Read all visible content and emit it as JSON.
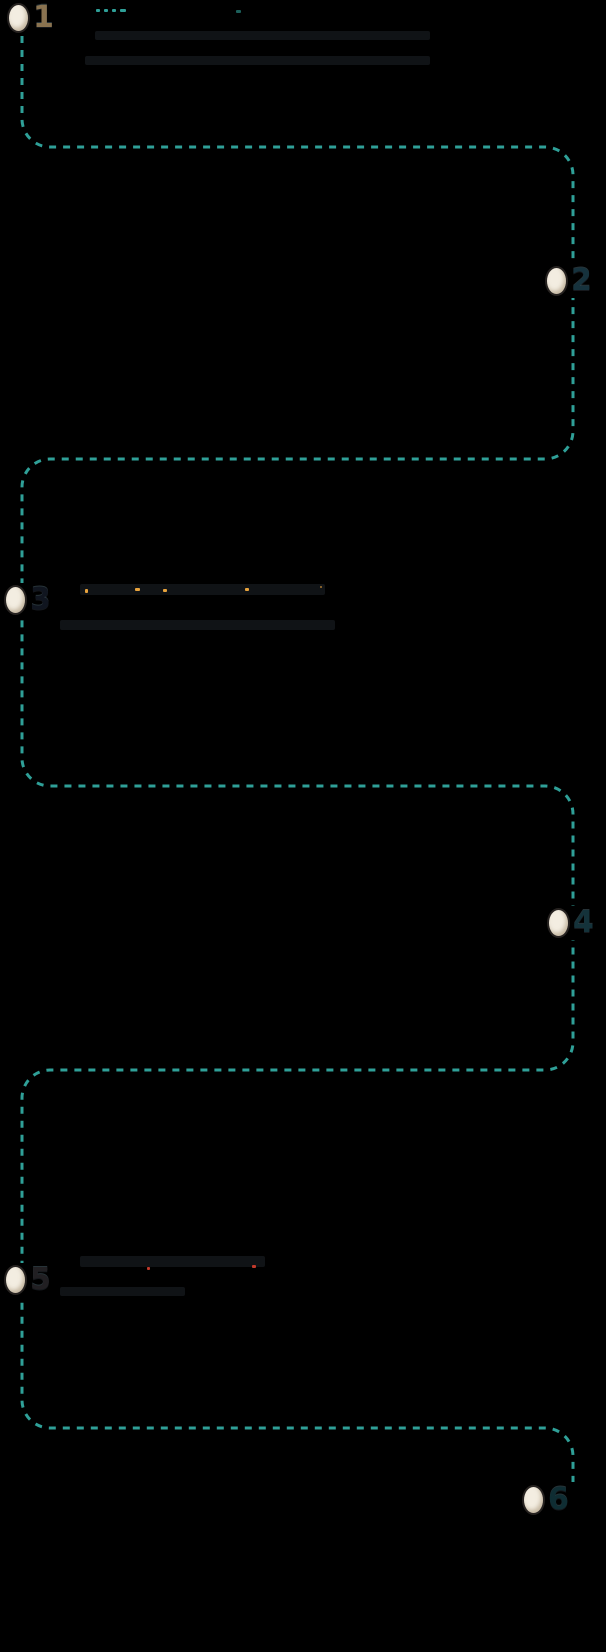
{
  "page": {
    "background_color": "#000000",
    "kind": "timeline-infographic"
  },
  "timeline": {
    "accent_color": "#2fa098",
    "path_style": "dashed",
    "steps": [
      {
        "label": "01",
        "side": "left",
        "digit_color": "#8a7350",
        "has_text_block": true
      },
      {
        "label": "02",
        "side": "right",
        "digit_color": "#16323d",
        "has_text_block": false
      },
      {
        "label": "03",
        "side": "left",
        "digit_color": "#10151f",
        "has_text_block": true
      },
      {
        "label": "04",
        "side": "right",
        "digit_color": "#14323a",
        "has_text_block": false
      },
      {
        "label": "05",
        "side": "left",
        "digit_color": "#211f22",
        "has_text_block": true
      },
      {
        "label": "06",
        "side": "right",
        "digit_color": "#0f2d33",
        "has_text_block": false
      }
    ],
    "fragment_colors": {
      "step1_ticks": "#2fa098",
      "step3_title": "#e8a33d",
      "step5_title": "#c0392b"
    },
    "illegible_text_color": "#101316"
  }
}
